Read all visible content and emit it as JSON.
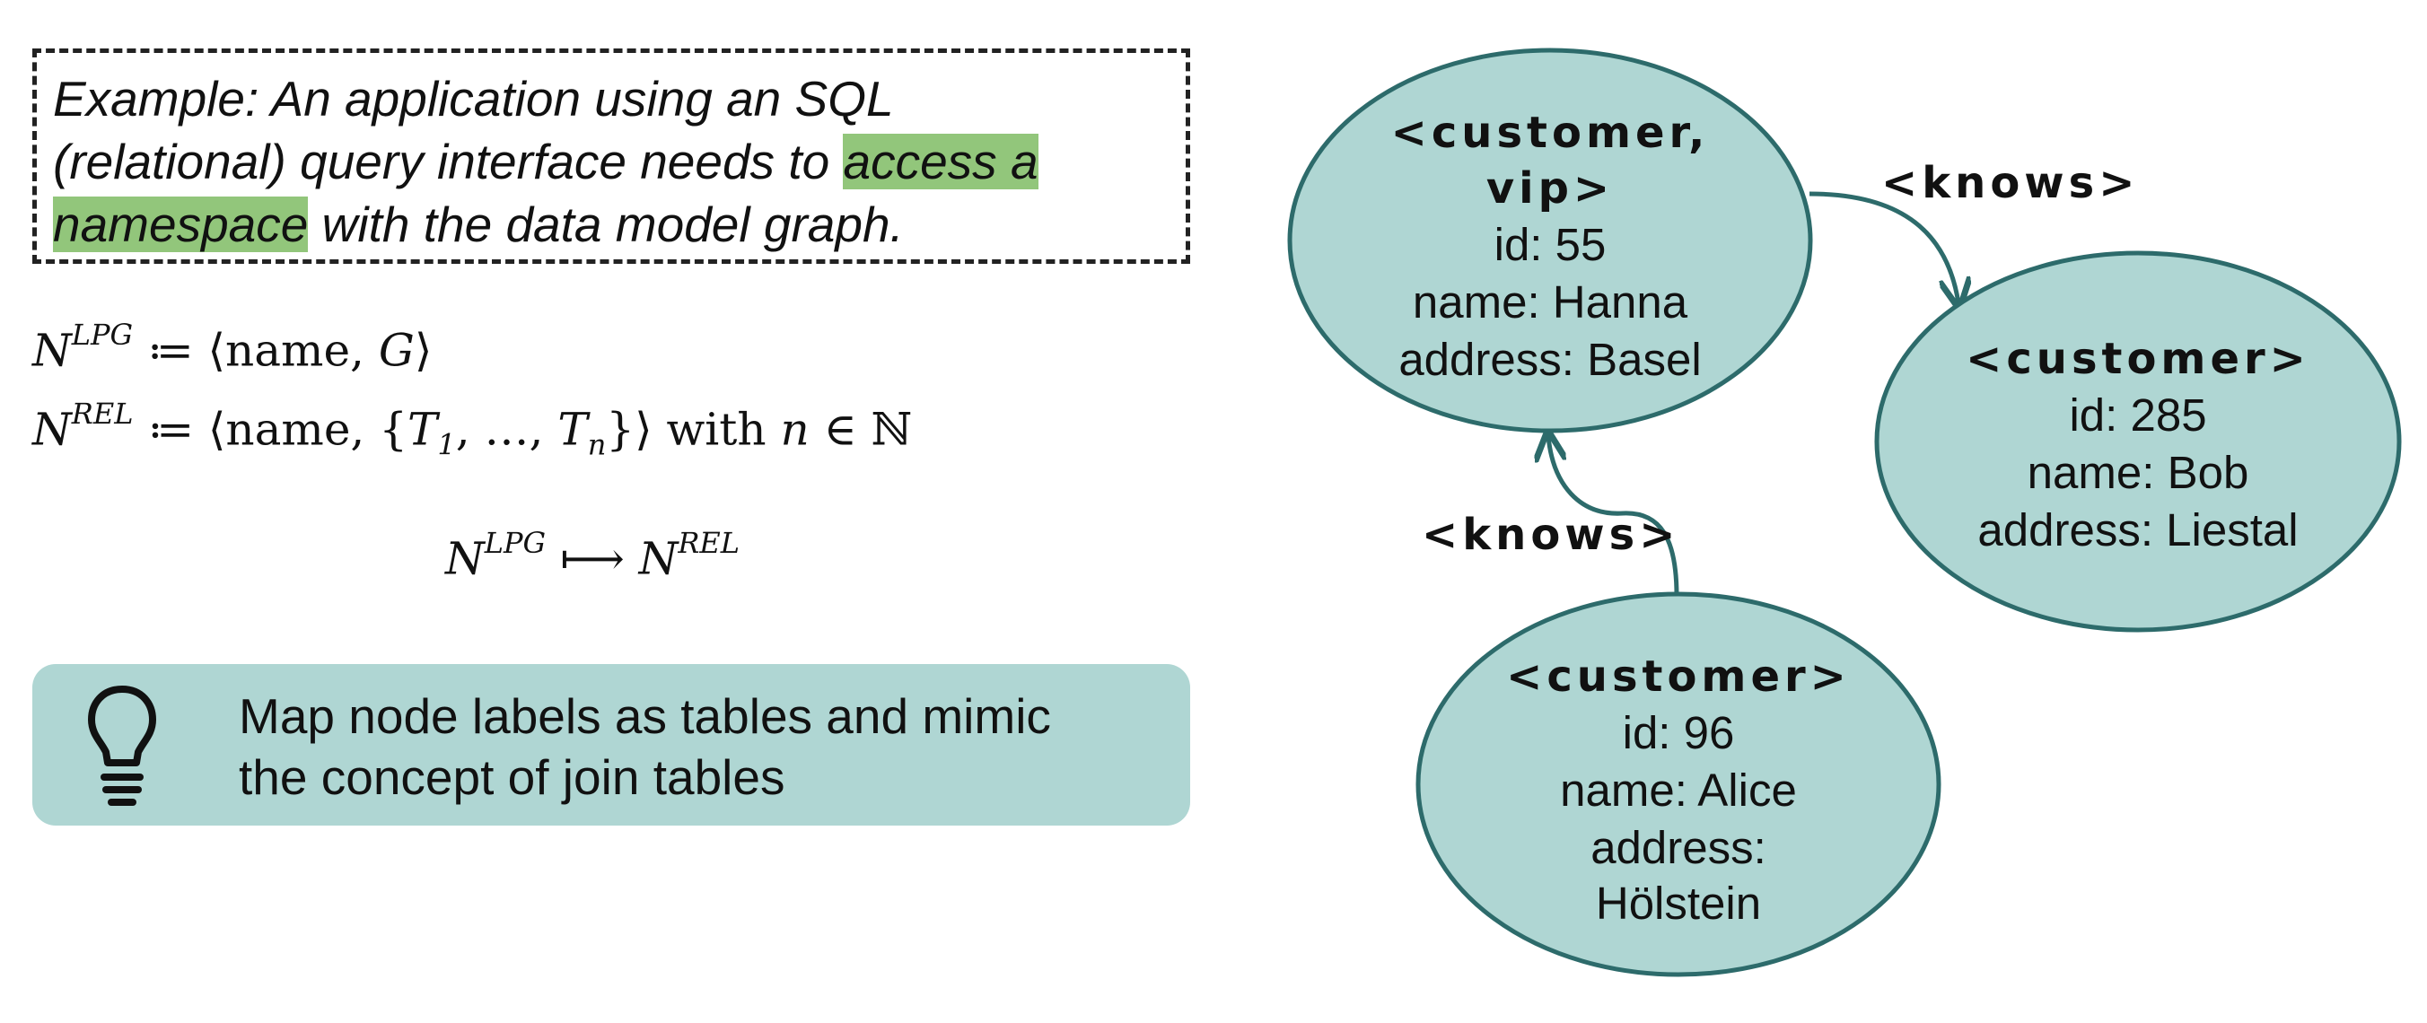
{
  "example": {
    "line1": "Example: An application using an SQL",
    "line2_pre": "(relational) query interface needs to ",
    "line2_hl": "access a",
    "line3_hl": "namespace",
    "line3_post": " with the data model graph."
  },
  "formulas": {
    "lpg_sup": "LPG",
    "rel_sup": "REL",
    "assign": " ≔ ⟨name, ",
    "g": "G",
    "close": "⟩",
    "rel_pre": " ≔ ⟨name, {",
    "t1_sub": "1",
    "ellipsis": ", …, ",
    "tn_sub": "n",
    "rel_post": "}⟩ with ",
    "n_var": "n",
    "in_set": " ∈ ℕ",
    "maps_to": " ⟼ "
  },
  "tip": {
    "text": "Map node labels as tables and mimic\nthe concept of join tables",
    "icon": "lightbulb-icon"
  },
  "graph": {
    "node_fill": "#afd6d3",
    "node_stroke": "#2d6b6b",
    "nodes": [
      {
        "type_lines": [
          "<customer,",
          "vip>"
        ],
        "props": [
          "id: 55",
          "name: Hanna",
          "address: Basel"
        ]
      },
      {
        "type_lines": [
          "<customer>"
        ],
        "props": [
          "id: 285",
          "name: Bob",
          "address: Liestal"
        ]
      },
      {
        "type_lines": [
          "<customer>"
        ],
        "props": [
          "id: 96",
          "name: Alice",
          "address:",
          "Hölstein"
        ]
      }
    ],
    "edges": [
      {
        "label": "<knows>",
        "from": "Hanna",
        "to": "Bob"
      },
      {
        "label": "<knows>",
        "from": "Alice",
        "to": "Hanna"
      }
    ]
  }
}
